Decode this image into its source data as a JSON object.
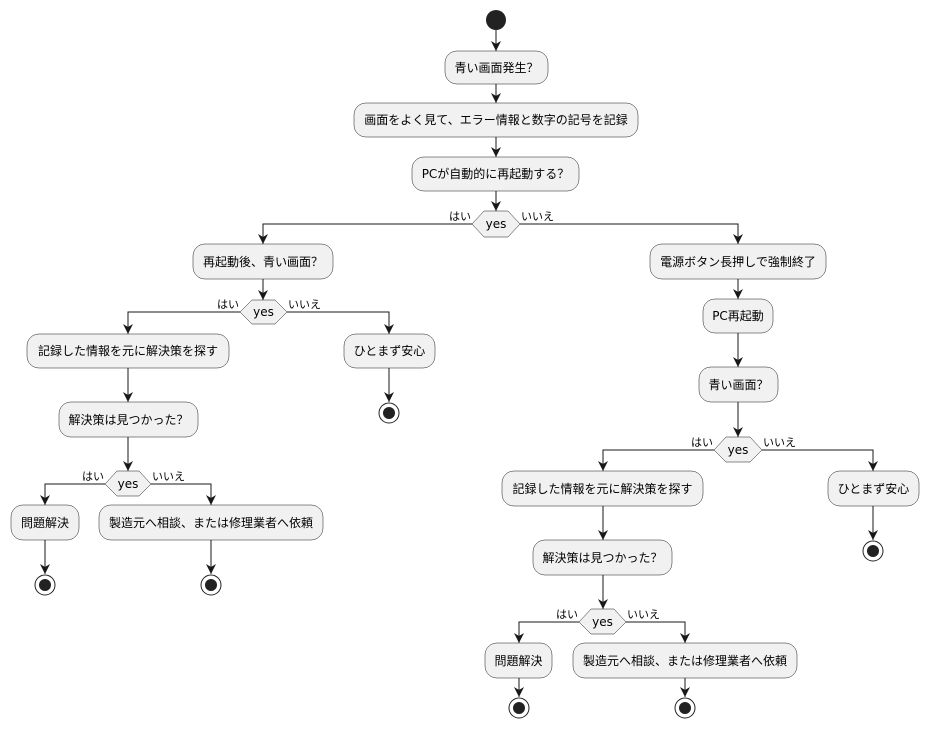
{
  "diagram": {
    "labels": {
      "yes": "yes",
      "hai": "はい",
      "iie": "いいえ"
    },
    "nodes": {
      "q_blue": "青い画面発生？",
      "record": "画面をよく見て、エラー情報と数字の記号を記録",
      "q_auto_restart": "PCが自動的に再起動する？",
      "q_after_restart_blue": "再起動後、青い画面？",
      "search_left": "記録した情報を元に解決策を探す",
      "found_left": "解決策は見つかった？",
      "solved_left": "問題解決",
      "consult_left": "製造元へ相談、または修理業者へ依頼",
      "relief_left": "ひとまず安心",
      "force_off": "電源ボタン長押しで強制終了",
      "pc_restart": "PC再起動",
      "q_blue_again": "青い画面？",
      "search_right": "記録した情報を元に解決策を探す",
      "found_right": "解決策は見つかった？",
      "solved_right": "問題解決",
      "consult_right": "製造元へ相談、または修理業者へ依頼",
      "relief_right": "ひとまず安心"
    }
  }
}
